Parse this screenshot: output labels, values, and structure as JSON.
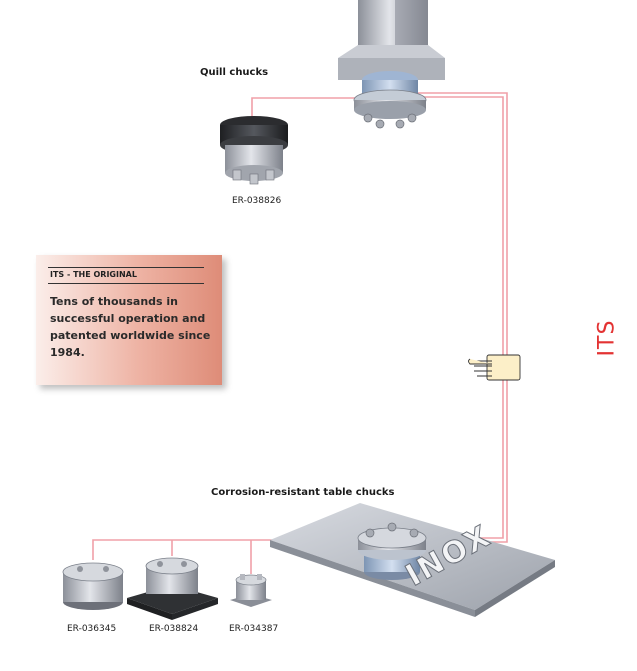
{
  "labels": {
    "quill_chucks": "Quill chucks",
    "table_chucks": "Corrosion-resistant table chucks"
  },
  "parts": {
    "quill_part": "ER-038826",
    "table_parts": [
      "ER-036345",
      "ER-038824",
      "ER-034387"
    ]
  },
  "info_box": {
    "heading": "ITS - THE ORIGINAL",
    "text": "Tens of thousands in successful operation and patented worldwide since 1984."
  },
  "plate_text": "INOX",
  "side_label": "ITS",
  "colors": {
    "line": "#f0a0a8",
    "accent": "#e33333",
    "metal": "#b9bcc4",
    "hand": "#fcefc8"
  },
  "icons": [
    "hand-pointer-icon"
  ]
}
